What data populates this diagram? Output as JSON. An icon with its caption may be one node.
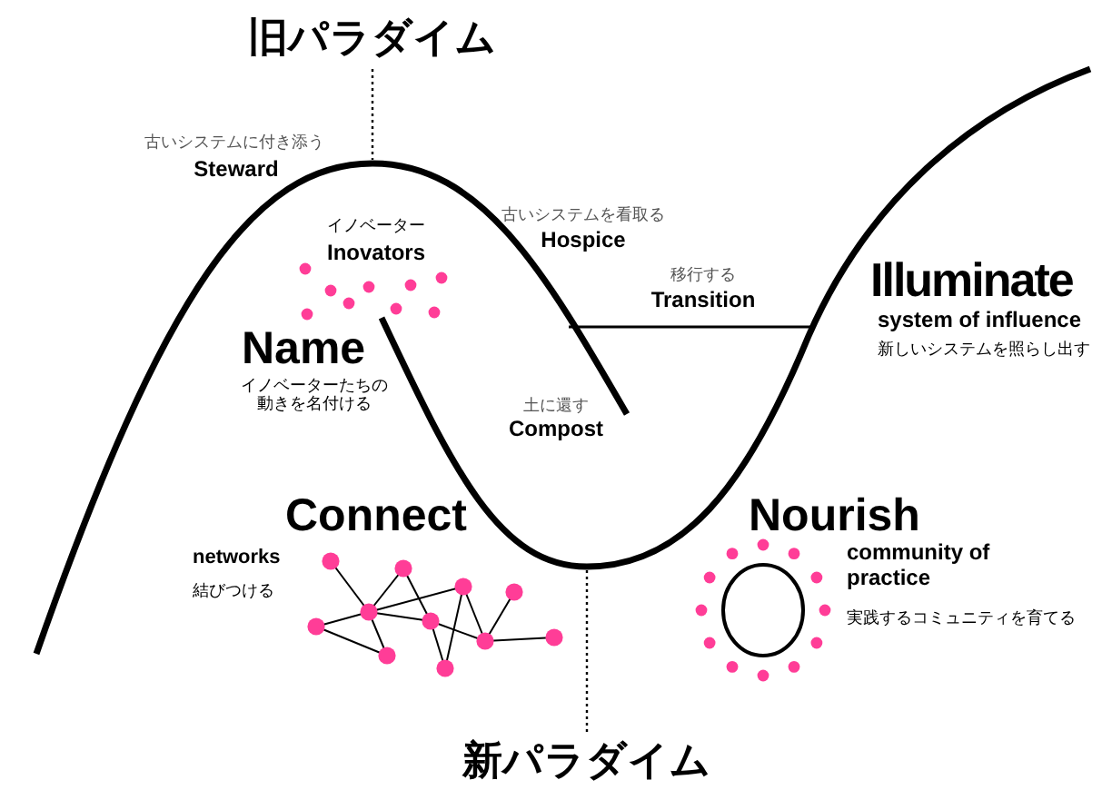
{
  "diagram": {
    "labels": [
      "旧パラダイム",
      "古いシステムに付き添う",
      "Steward",
      "イノベーター",
      "Inovators",
      "古いシステムを看取る",
      "Hospice",
      "移行する",
      "Transition",
      "Illuminate",
      "system of influence",
      "新しいシステムを照らし出す",
      "Name",
      "イノベーターたちの動きを名付ける",
      "土に還す",
      "Compost",
      "Connect",
      "Nourish",
      "networks",
      "結びつける",
      "community of practice",
      "実践するコミュニティを育てる",
      "新パラダイム"
    ]
  }
}
